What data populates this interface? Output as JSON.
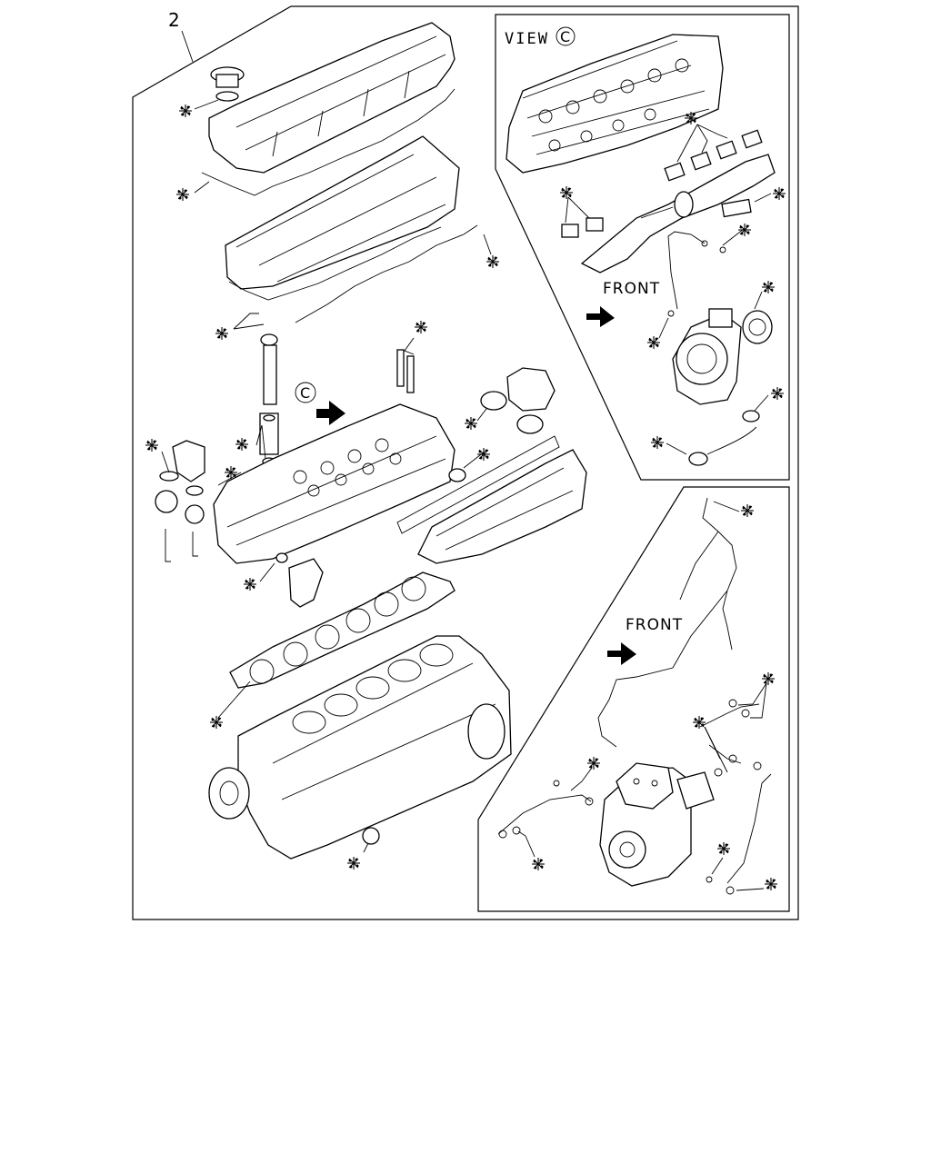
{
  "callout_number": "2",
  "view_label": "VIEW",
  "view_circle_letter": "C",
  "main_view_marker": "C",
  "front_labels": [
    "FRONT",
    "FRONT"
  ],
  "gasket_mark": "※"
}
